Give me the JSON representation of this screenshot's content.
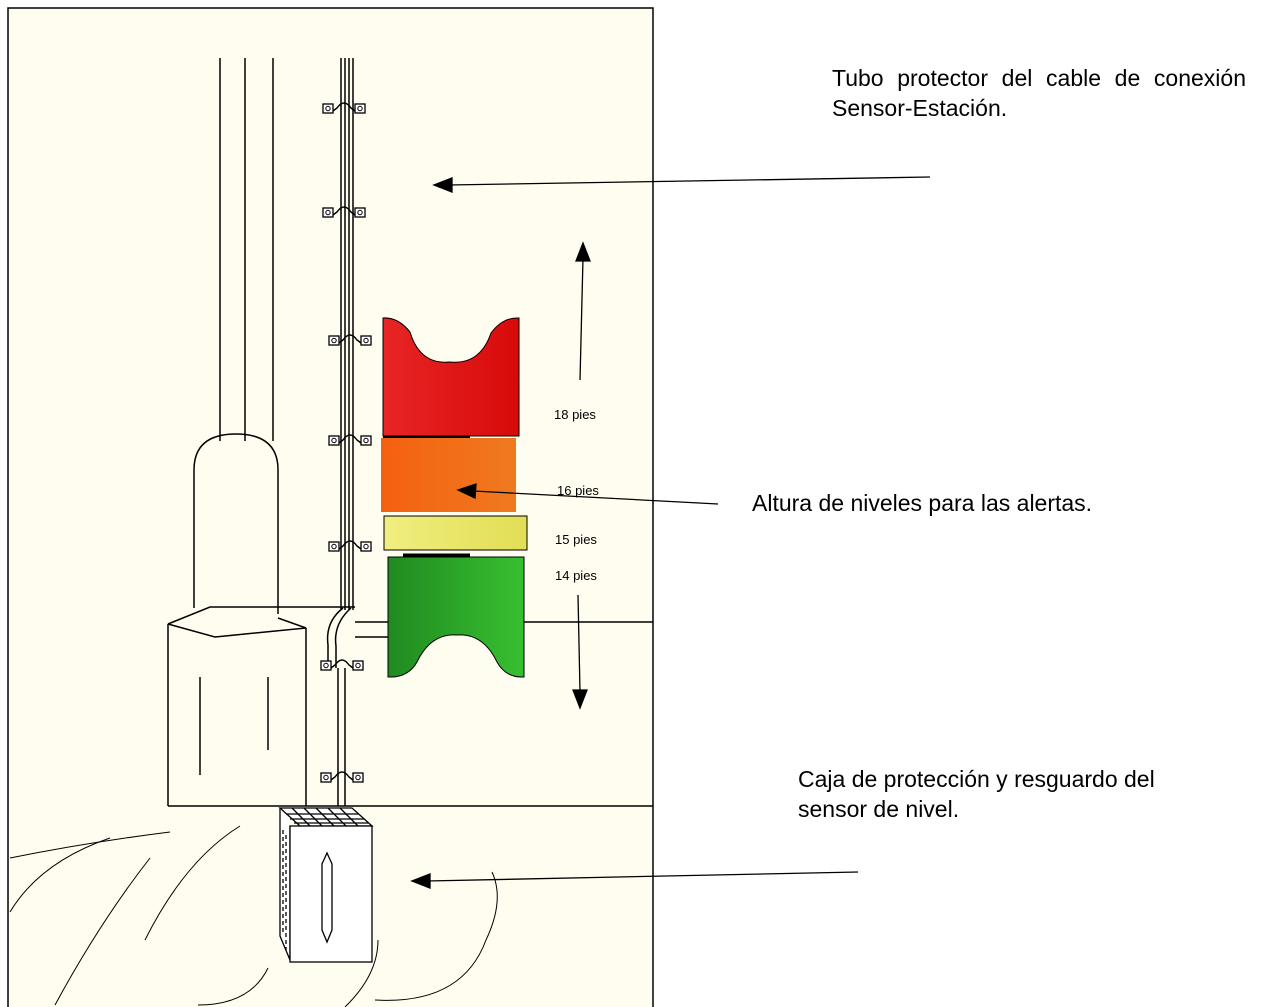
{
  "callouts": {
    "cable_tube": "Tubo protector del cable de conexión Sensor-Estación.",
    "alert_levels": "Altura de niveles para las alertas.",
    "sensor_box": "Caja de protección y resguardo del sensor de nivel."
  },
  "levels": [
    {
      "label": "18 pies",
      "color": "#e01515"
    },
    {
      "label": "16 pies",
      "color": "#f26a12"
    },
    {
      "label": "15 pies",
      "color": "#ecea6a"
    },
    {
      "label": "14 pies",
      "color": "#2aa52a"
    }
  ],
  "colors": {
    "background": "#fffdf0",
    "stroke": "#000000"
  }
}
